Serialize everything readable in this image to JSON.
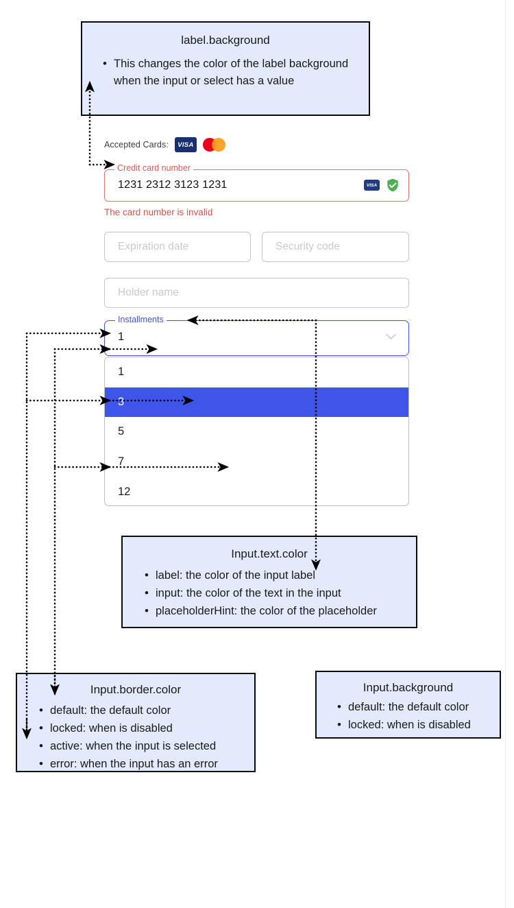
{
  "callouts": [
    {
      "id": "label-background",
      "title": "label.background",
      "items": [
        "This changes the color of the label background when the input or select has a value"
      ]
    },
    {
      "id": "input-text-color",
      "title": "Input.text.color",
      "items": [
        "label: the color of the input label",
        "input: the color of the text in the input",
        "placeholderHint: the color of the placeholder"
      ]
    },
    {
      "id": "input-border-color",
      "title": "Input.border.color",
      "items": [
        "default: the default color",
        "locked: when is disabled",
        "active: when the input is selected",
        "error: when the input has an error"
      ]
    },
    {
      "id": "input-background",
      "title": "Input.background",
      "items": [
        "default: the default color",
        "locked: when is disabled"
      ]
    }
  ],
  "form": {
    "accepted_cards_label": "Accepted Cards:",
    "brands": [
      {
        "name": "visa-brand-icon",
        "text": "VISA"
      },
      {
        "name": "mastercard-brand-icon",
        "text": ""
      }
    ],
    "card_number": {
      "legend": "Credit card number",
      "value": "1231 2312 3123 1231",
      "error": "The card number is invalid",
      "detected_brand": "VISA",
      "validated_icon": "shield-check-icon"
    },
    "expiration": {
      "placeholder": "Expiration date",
      "value": ""
    },
    "security": {
      "placeholder": "Security code",
      "value": ""
    },
    "holder": {
      "placeholder": "Holder name",
      "value": ""
    },
    "installments": {
      "legend": "Installments",
      "value": "1",
      "options": [
        "1",
        "3",
        "5",
        "7",
        "12"
      ],
      "selected_index": 1,
      "chevron": "chevron-down-icon"
    }
  },
  "colors": {
    "callout_fill": "#e2eafc",
    "callout_border": "#0a0a0a",
    "error": "#e05a5a",
    "active": "#3f51e8",
    "option_selected": "#3d55e8",
    "placeholder": "#c9c9ce",
    "visa_navy": "#1a2f72",
    "mc_red": "#eb001b",
    "mc_orange": "#f79e1b",
    "shield_green": "#4caf50"
  }
}
